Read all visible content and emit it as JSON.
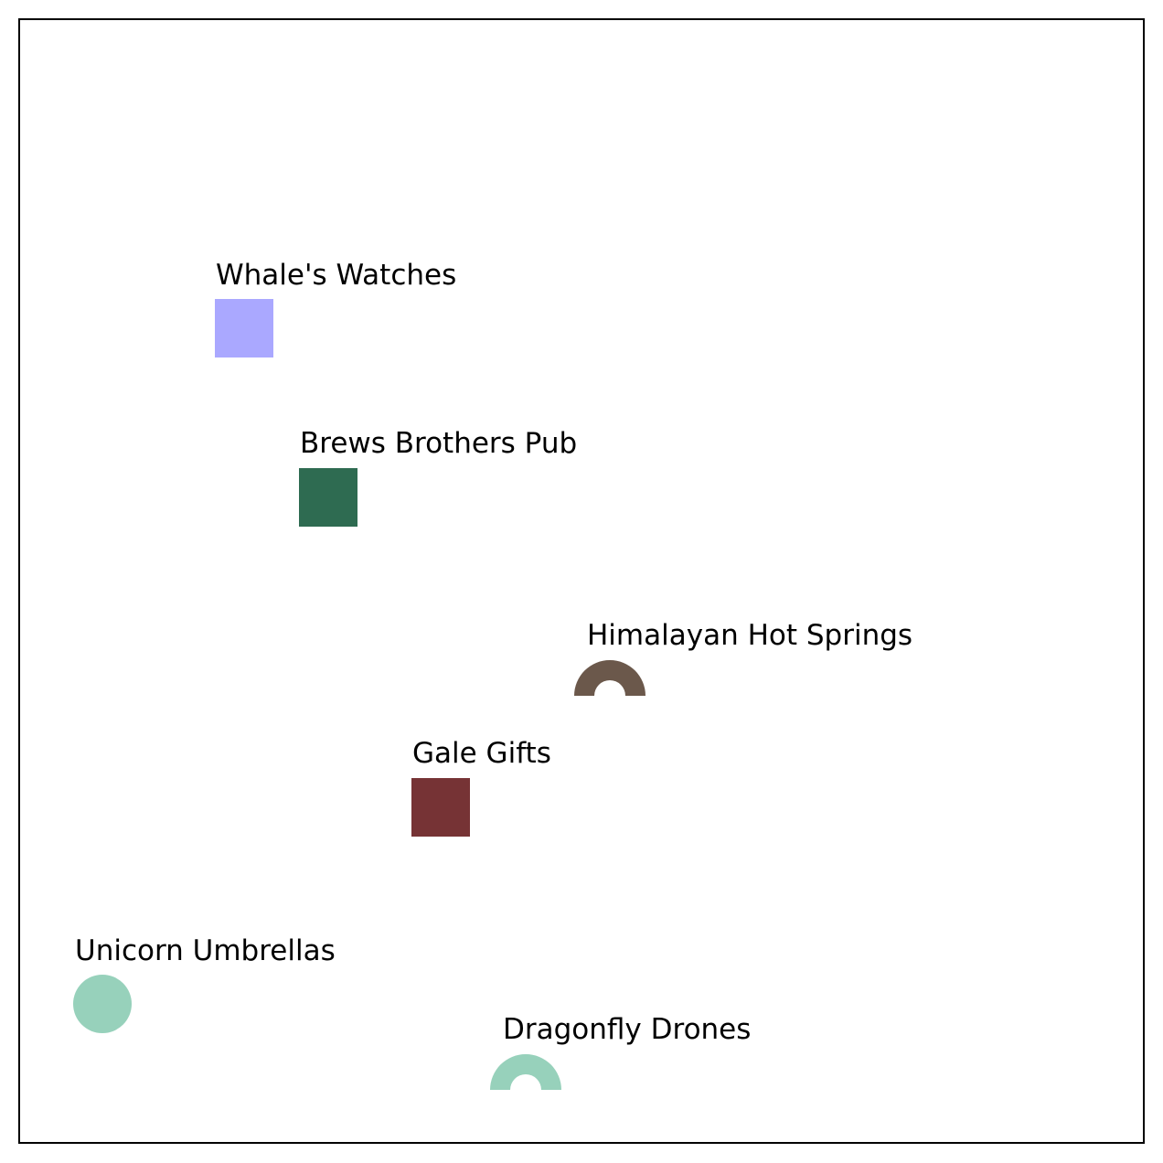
{
  "map": {
    "places": [
      {
        "name": "Whale's Watches",
        "marker": "square",
        "color": "#aaa8ff"
      },
      {
        "name": "Brews Brothers Pub",
        "marker": "square",
        "color": "#2e6b51"
      },
      {
        "name": "Himalayan Hot Springs",
        "marker": "arch",
        "color": "#6b584b"
      },
      {
        "name": "Gale Gifts",
        "marker": "square",
        "color": "#763335"
      },
      {
        "name": "Unicorn Umbrellas",
        "marker": "circle",
        "color": "#97d1bb"
      },
      {
        "name": "Dragonfly Drones",
        "marker": "arch",
        "color": "#97d1bb"
      }
    ]
  }
}
